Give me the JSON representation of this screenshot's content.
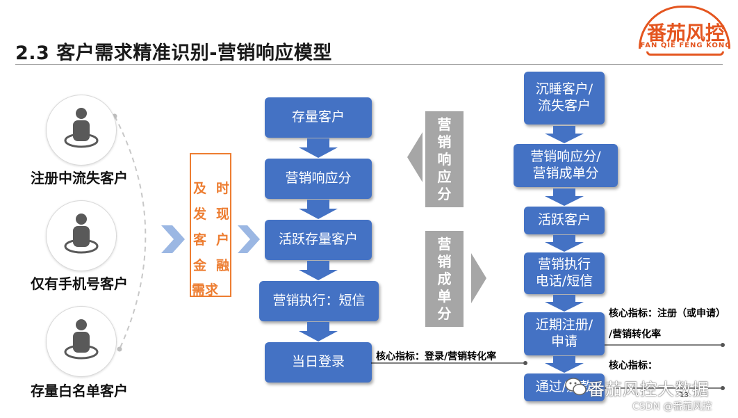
{
  "title": "2.3 客户需求精准识别-营销响应模型",
  "logo": {
    "text": "番茄风控",
    "sub": "FAN QIE FENG KONG",
    "color": "#e4551f"
  },
  "segments": [
    "注册中流失客户",
    "仅有手机号客户",
    "存量白名单客户"
  ],
  "demand_box": {
    "chars": [
      "及",
      "时",
      "发",
      "现",
      "客",
      "户",
      "金",
      "融",
      "需",
      "求"
    ]
  },
  "left_flow": [
    "存量客户",
    "营销响应分",
    "活跃存量客户",
    "营销执行：短信",
    "当日登录"
  ],
  "left_metric": "核心指标：登录/营销转化率",
  "panel_response": {
    "chars": [
      "营",
      "销",
      "响",
      "应",
      "分"
    ]
  },
  "panel_order": {
    "chars": [
      "营",
      "销",
      "成",
      "单",
      "分"
    ]
  },
  "right_flow": {
    "b1": [
      "沉睡客户/",
      "流失客户"
    ],
    "b2": [
      "营销响应分/",
      "营销成单分"
    ],
    "b3": "活跃客户",
    "b4": [
      "营销执行",
      "电话/短信"
    ],
    "b5": [
      "近期注册/",
      "申请"
    ],
    "b6": "通过/放款"
  },
  "right_metric_1": [
    "核心指标：注册（或申请）",
    "/营销转化率"
  ],
  "right_metric_2": "核心指标：",
  "watermark": {
    "brand": "番茄风控大数据",
    "csdn": "CSDN @番茄风控",
    "page": "13"
  },
  "colors": {
    "box": "#4472c4",
    "arrow": "#4472c4",
    "orange": "#ed7d31",
    "grey": "#a6a6a6",
    "chevron": "#9bb7e3"
  }
}
